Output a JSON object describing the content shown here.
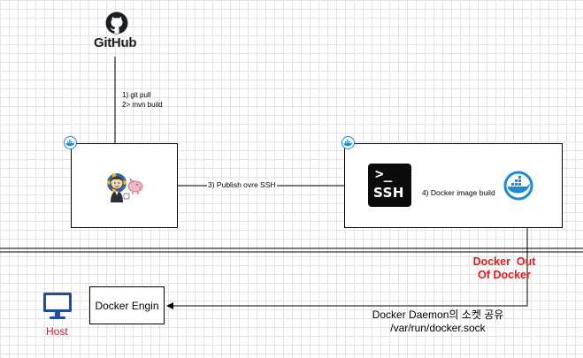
{
  "github": {
    "label": "GitHub"
  },
  "step1": {
    "line1": "1) git pull",
    "line2": "2> mvn build"
  },
  "step3": {
    "label": "3) Publish ovre SSH"
  },
  "step4": {
    "label": "4) Docker image build"
  },
  "ssh_icon": {
    "prompt": ">_",
    "label": "SSH"
  },
  "docker_out": {
    "line1": "Docker  Out",
    "line2": "Of Docker"
  },
  "docker_engine": {
    "label": "Docker Engin"
  },
  "host": {
    "label": "Host"
  },
  "socket": {
    "line1": "Docker Daemon의 소켓 공유",
    "line2": "/var/run/docker.sock"
  },
  "colors": {
    "accent_red": "#e41a1c",
    "host_blue": "#1f4e9c",
    "host_label": "#c0202a",
    "docker_blue": "#1d8ad6"
  },
  "icons": [
    "github-icon",
    "jenkins-icon",
    "docker-badge-icon",
    "ssh-icon",
    "docker-whale-icon",
    "monitor-icon"
  ]
}
